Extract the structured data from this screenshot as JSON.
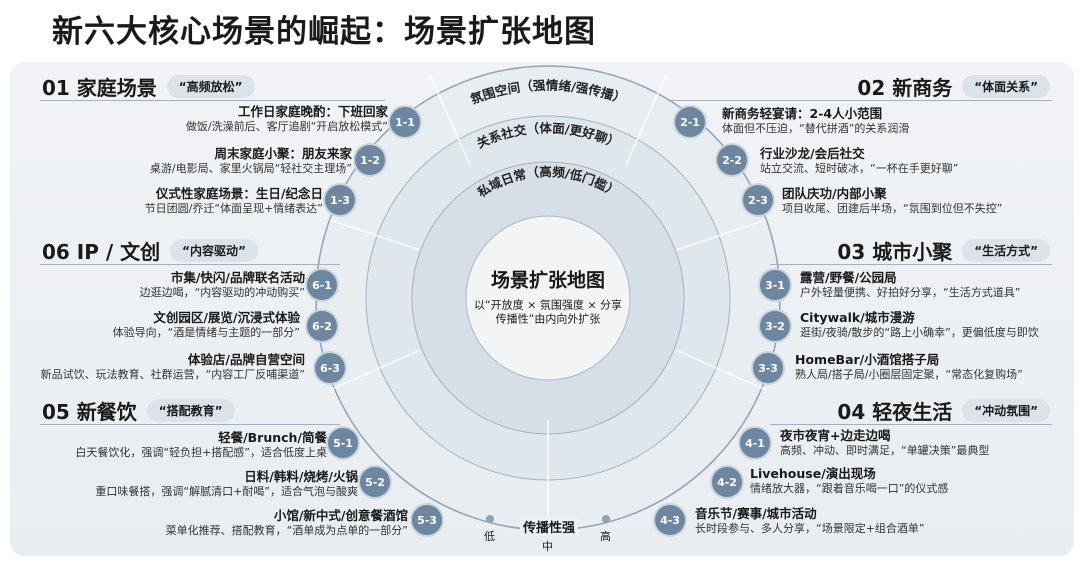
{
  "title": "新六大核心场景的崛起：场景扩张地图",
  "center": {
    "title": "场景扩张地图",
    "desc": "以“开放度 × 氛围强度 × 分享传播性”由内向外扩张"
  },
  "rings": [
    "私域日常（高频/低门槛）",
    "关系社交（体面/更好聊）",
    "氛围空间（强情绪/强传播）"
  ],
  "axis": {
    "label": "传播性强",
    "low": "低",
    "mid": "中",
    "high": "高"
  },
  "sections": {
    "s01": {
      "name": "01 家庭场景",
      "tag": "“高频放松”",
      "items": [
        {
          "id": "1-1",
          "title": "工作日家庭晚酌：下班回家",
          "desc": "做饭/洗澡前后、客厅追剧“开启放松模式”"
        },
        {
          "id": "1-2",
          "title": "周末家庭小聚：朋友来家",
          "desc": "桌游/电影局、家里火锅局“轻社交主理场”"
        },
        {
          "id": "1-3",
          "title": "仪式性家庭场景：生日/纪念日",
          "desc": "节日团圆/乔迁“体面呈现+情绪表达”"
        }
      ]
    },
    "s02": {
      "name": "02 新商务",
      "tag": "“体面关系”",
      "items": [
        {
          "id": "2-1",
          "title": "新商务轻宴请：2-4人小范围",
          "desc": "体面但不压迫，“替代拼酒”的关系润滑"
        },
        {
          "id": "2-2",
          "title": "行业沙龙/会后社交",
          "desc": "站立交流、短时破冰，“一杯在手更好聊”"
        },
        {
          "id": "2-3",
          "title": "团队庆功/内部小聚",
          "desc": "项目收尾、团建后半场，“氛围到位但不失控”"
        }
      ]
    },
    "s03": {
      "name": "03 城市小聚",
      "tag": "“生活方式”",
      "items": [
        {
          "id": "3-1",
          "title": "露营/野餐/公园局",
          "desc": "户外轻量便携、好拍好分享，“生活方式道具”"
        },
        {
          "id": "3-2",
          "title": "Citywalk/城市漫游",
          "desc": "逛街/夜骑/散步的“路上小确幸”，更偏低度与即饮"
        },
        {
          "id": "3-3",
          "title": "HomeBar/小酒馆搭子局",
          "desc": "熟人局/搭子局/小圈层固定聚，“常态化复购场”"
        }
      ]
    },
    "s04": {
      "name": "04 轻夜生活",
      "tag": "“冲动氛围”",
      "items": [
        {
          "id": "4-1",
          "title": "夜市夜宵+边走边喝",
          "desc": "高频、冲动、即时满足，“单罐决策”最典型"
        },
        {
          "id": "4-2",
          "title": "Livehouse/演出现场",
          "desc": "情绪放大器，“跟着音乐喝一口”的仪式感"
        },
        {
          "id": "4-3",
          "title": "音乐节/赛事/城市活动",
          "desc": "长时段参与、多人分享，“场景限定+组合酒单”"
        }
      ]
    },
    "s05": {
      "name": "05 新餐饮",
      "tag": "“搭配教育”",
      "items": [
        {
          "id": "5-1",
          "title": "轻餐/Brunch/简餐",
          "desc": "白天餐饮化，强调“轻负担+搭配感”，适合低度上桌"
        },
        {
          "id": "5-2",
          "title": "日料/韩料/烧烤/火锅",
          "desc": "重口味餐搭，强调“解腻清口+耐喝”，适合气泡与酸爽"
        },
        {
          "id": "5-3",
          "title": "小馆/新中式/创意餐酒馆",
          "desc": "菜单化推荐、搭配教育，“酒单成为点单的一部分”"
        }
      ]
    },
    "s06": {
      "name": "06 IP / 文创",
      "tag": "“内容驱动”",
      "items": [
        {
          "id": "6-1",
          "title": "市集/快闪/品牌联名活动",
          "desc": "边逛边喝，“内容驱动的冲动购买”"
        },
        {
          "id": "6-2",
          "title": "文创园区/展览/沉浸式体验",
          "desc": "体验导向，“酒是情绪与主题的一部分”"
        },
        {
          "id": "6-3",
          "title": "体验店/品牌自营空间",
          "desc": "新品试饮、玩法教育、社群运营，“内容工厂反哺渠道”"
        }
      ]
    }
  },
  "colors": {
    "badge": "#6d87a0",
    "panel": "#eef1f4",
    "ring": "#dfe6ec"
  }
}
